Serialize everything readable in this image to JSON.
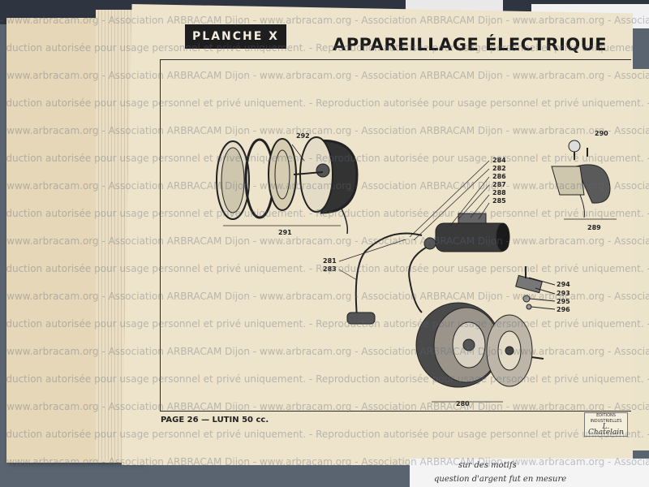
{
  "document": {
    "plate": "PLANCHE X",
    "title": "APPAREILLAGE ÉLECTRIQUE",
    "footer": "PAGE 26 — LUTIN 50 cc.",
    "publisher_stamp": {
      "line": "EDITIONS INDUSTRIELLES",
      "signature": "L. Chatelain"
    }
  },
  "callouts": [
    {
      "id": "292",
      "label": "292"
    },
    {
      "id": "291",
      "label": "291"
    },
    {
      "id": "284",
      "label": "284"
    },
    {
      "id": "282",
      "label": "282"
    },
    {
      "id": "286",
      "label": "286"
    },
    {
      "id": "287",
      "label": "287"
    },
    {
      "id": "288",
      "label": "288"
    },
    {
      "id": "285",
      "label": "285"
    },
    {
      "id": "281",
      "label": "281"
    },
    {
      "id": "283",
      "label": "283"
    },
    {
      "id": "290",
      "label": "290"
    },
    {
      "id": "289",
      "label": "289"
    },
    {
      "id": "294",
      "label": "294"
    },
    {
      "id": "293",
      "label": "293"
    },
    {
      "id": "295",
      "label": "295"
    },
    {
      "id": "296",
      "label": "296"
    },
    {
      "id": "280",
      "label": "280"
    }
  ],
  "watermark": {
    "line_a": "- www.arbracam.org - Association ARBRACAM Dijon - www.arbracam.org - Association ARBRACAM Dijon - www.arbracam.org - Association ARBRACAM Dijon",
    "line_b": "oduction autorisée pour usage personnel et privé uniquement. - Reproduction autorisée pour usage personnel et privé uniquement. - Reproduction autorisée"
  },
  "notes": {
    "line1": "sur des motifs",
    "line2": "question d'argent fut en mesure"
  }
}
